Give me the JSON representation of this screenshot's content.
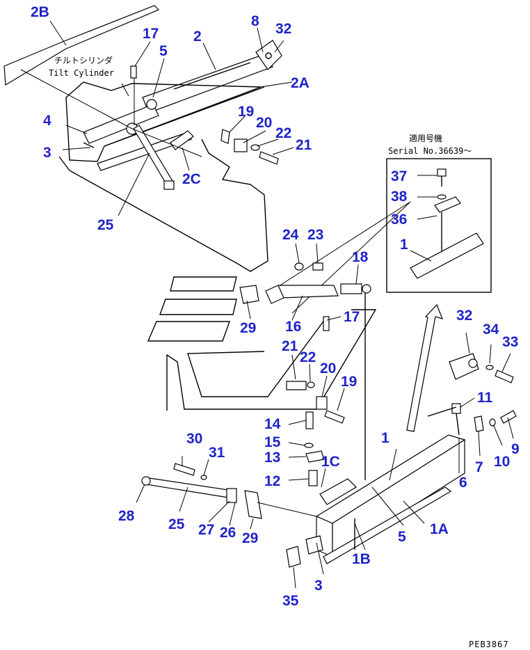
{
  "callout_color": "#1e23c8",
  "notes": {
    "tilt_cylinder_jp": "チルトシリンダ",
    "tilt_cylinder_en": "Tilt Cylinder",
    "applicable_jp": "適用号機",
    "serial": "Serial No.36639～",
    "drawing_code": "PEB3867"
  },
  "callouts": {
    "c2B": "2B",
    "c17a": "17",
    "c5a": "5",
    "c2a": "2",
    "c8": "8",
    "c32a": "32",
    "c2A": "2A",
    "c4": "4",
    "c3a": "3",
    "c19a": "19",
    "c20a": "20",
    "c22a": "22",
    "c21a": "21",
    "c2C": "2C",
    "c25a": "25",
    "c37": "37",
    "c38": "38",
    "c36": "36",
    "c1a": "1",
    "c24": "24",
    "c23": "23",
    "c18": "18",
    "c29a": "29",
    "c16": "16",
    "c17b": "17",
    "c21b": "21",
    "c22b": "22",
    "c20b": "20",
    "c19b": "19",
    "c32b": "32",
    "c34": "34",
    "c33": "33",
    "c11": "11",
    "c9": "9",
    "c10": "10",
    "c7": "7",
    "c6": "6",
    "c14": "14",
    "c15": "15",
    "c13": "13",
    "c1C": "1C",
    "c12": "12",
    "c1b": "1",
    "c30": "30",
    "c31": "31",
    "c28": "28",
    "c25b": "25",
    "c27": "27",
    "c26": "26",
    "c29b": "29",
    "c5b": "5",
    "c1A": "1A",
    "c1B": "1B",
    "c3b": "3",
    "c35": "35"
  }
}
